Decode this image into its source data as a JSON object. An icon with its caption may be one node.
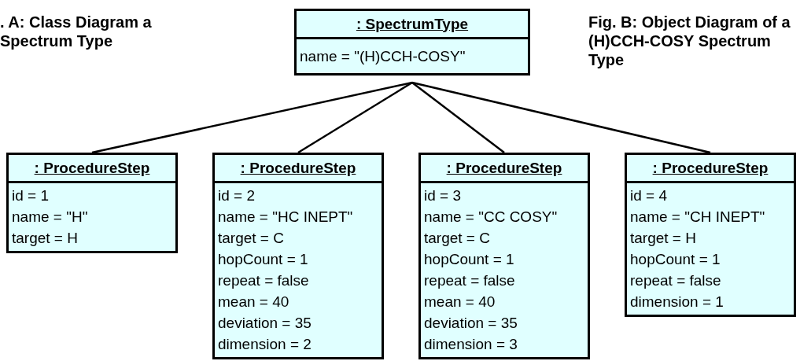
{
  "diagram": {
    "nodes": [
      {
        "text": [
          ": SpectrumType",
          "name = \"(H)CCH-COSY\""
        ]
      },
      {
        "text": [
          ": ProcedureStep",
          "id = 1",
          "name = \"H\"",
          "target = H"
        ]
      },
      {
        "text": [
          ": ProcedureStep",
          "id = 2",
          "name = \"HC INEPT\"",
          "target = C",
          "hopCount = 1",
          "repeat = false",
          "mean = 40",
          "deviation = 35",
          "dimension = 2"
        ]
      },
      {
        "text": [
          ": ProcedureStep",
          "id = 3",
          "name = \"CC COSY\"",
          "target = C",
          "hopCount = 1",
          "repeat = false",
          "mean = 40",
          "deviation = 35",
          "dimension = 3"
        ]
      },
      {
        "text": [
          ": ProcedureStep",
          "id = 4",
          "name = \"CH INEPT\"",
          "target = H",
          "hopCount = 1",
          "repeat = false",
          "dimension = 1"
        ]
      }
    ],
    "edges": [
      {
        "from": 0,
        "to": 1,
        "arrow": "none"
      },
      {
        "from": 0,
        "to": 2,
        "arrow": "none"
      },
      {
        "from": 0,
        "to": 3,
        "arrow": "none"
      },
      {
        "from": 0,
        "to": 4,
        "arrow": "none"
      }
    ],
    "labels": [
      ". A: Class Diagram a Spectrum Type",
      "Fig. B: Object Diagram of a (H)CCH-COSY Spectrum Type"
    ]
  }
}
